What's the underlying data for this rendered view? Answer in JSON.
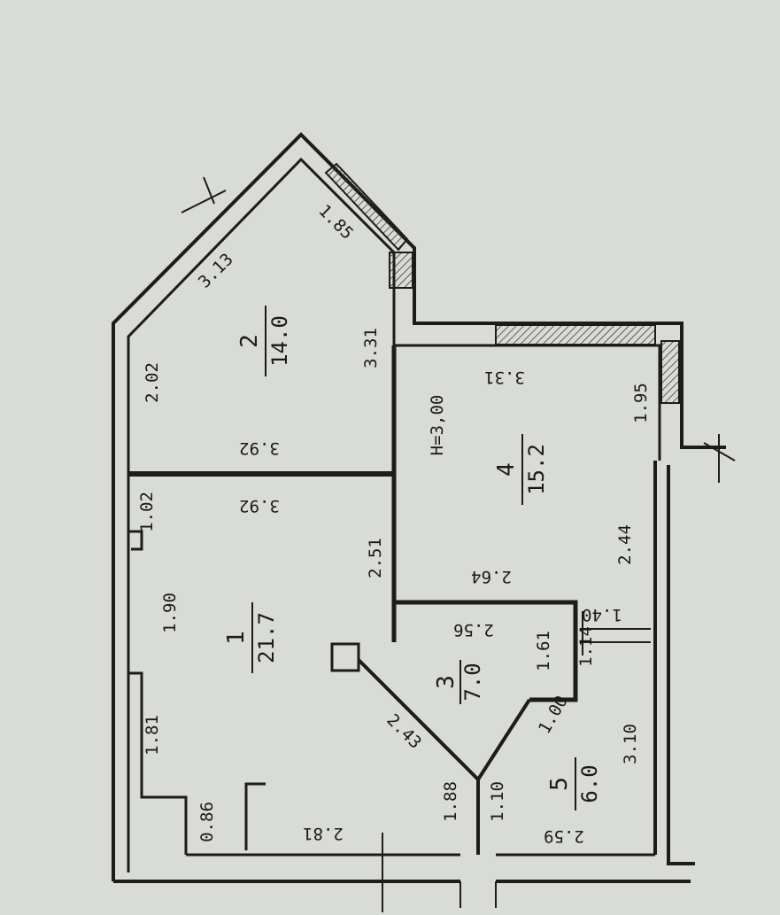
{
  "plan": {
    "ceiling_height": "H=3,00",
    "rooms": [
      {
        "number": "1",
        "area": "21.7"
      },
      {
        "number": "2",
        "area": "14.0"
      },
      {
        "number": "3",
        "area": "7.0"
      },
      {
        "number": "4",
        "area": "15.2"
      },
      {
        "number": "5",
        "area": "6.0"
      }
    ],
    "dimensions": {
      "d_313": "3.13",
      "d_185": "1.85",
      "d_202": "2.02",
      "d_331": "3.31",
      "d_392_top": "3.92",
      "d_392_bottom": "3.92",
      "d_331b": "3.31",
      "d_195": "1.95",
      "d_244": "2.44",
      "d_264": "2.64",
      "d_102": "1.02",
      "d_190": "1.90",
      "d_251": "2.51",
      "d_256": "2.56",
      "d_161": "1.61",
      "d_140": "1.40",
      "d_114": "1.14",
      "d_243": "2.43",
      "d_100": "1.00",
      "d_310": "3.10",
      "d_181": "1.81",
      "d_086": "0.86",
      "d_281": "2.81",
      "d_188": "1.88",
      "d_110": "1.10",
      "d_259": "2.59"
    }
  }
}
